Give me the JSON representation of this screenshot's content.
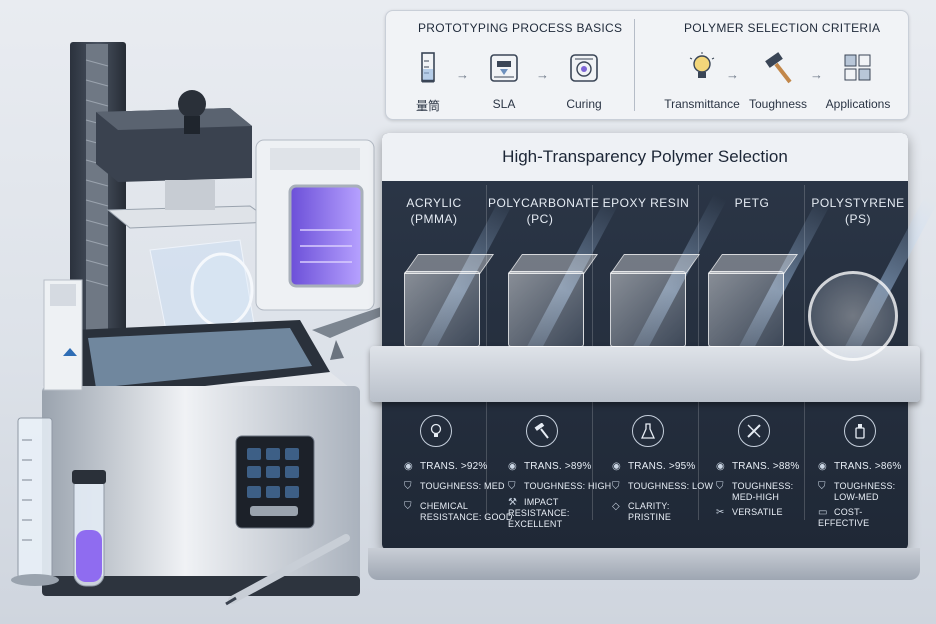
{
  "banner": {
    "left_title": "PROTOTYPING PROCESS BASICS",
    "right_title": "POLYMER SELECTION CRITERIA",
    "left_steps": [
      {
        "label": "量筒",
        "icon": "graduated-cylinder-icon"
      },
      {
        "label": "SLA",
        "icon": "sla-printer-icon"
      },
      {
        "label": "Curing",
        "icon": "curing-oven-icon"
      }
    ],
    "right_steps": [
      {
        "label": "Transmittance",
        "icon": "lightbulb-icon"
      },
      {
        "label": "Toughness",
        "icon": "hammer-icon"
      },
      {
        "label": "Applications",
        "icon": "applications-grid-icon"
      }
    ],
    "arrow": "→"
  },
  "panel": {
    "title": "High-Transparency Polymer Selection",
    "materials": [
      {
        "name": "ACRYLIC",
        "abbr": "(PMMA)",
        "icon": "lightbulb-icon",
        "trans": "TRANS. >92%",
        "tough_label": "TOUGHNESS:",
        "tough_value": "MED",
        "extra_label": "CHEMICAL",
        "extra_value": "RESISTANCE: GOOD",
        "extra_icon": "shield-icon"
      },
      {
        "name": "POLYCARBONATE",
        "abbr": "(PC)",
        "icon": "hammer-icon",
        "trans": "TRANS. >89%",
        "tough_label": "TOUGHNESS:",
        "tough_value": "HIGH",
        "extra_label": "IMPACT RESISTANCE:",
        "extra_value": "EXCELLENT",
        "extra_icon": "hammer-icon"
      },
      {
        "name": "EPOXY RESIN",
        "abbr": "",
        "icon": "flask-icon",
        "trans": "TRANS. >95%",
        "tough_label": "TOUGHNESS:",
        "tough_value": "LOW",
        "extra_label": "CLARITY:",
        "extra_value": "PRISTINE",
        "extra_icon": "diamond-icon"
      },
      {
        "name": "PETG",
        "abbr": "",
        "icon": "tools-icon",
        "trans": "TRANS. >88%",
        "tough_label": "TOUGHNESS:",
        "tough_value": "MED-HIGH",
        "extra_label": "",
        "extra_value": "VERSATILE",
        "extra_icon": "wrench-icon"
      },
      {
        "name": "POLYSTYRENE",
        "abbr": "(PS)",
        "icon": "bottle-icon",
        "trans": "TRANS. >86%",
        "tough_label": "TOUGHNESS:",
        "tough_value": "LOW-MED",
        "extra_label": "",
        "extra_value": "COST-EFFECTIVE",
        "extra_icon": "money-icon"
      }
    ]
  },
  "colors": {
    "panel_dark": "#1f2836",
    "accent_purple": "#8f6cf0",
    "banner_bg": "#f1f3f6"
  }
}
